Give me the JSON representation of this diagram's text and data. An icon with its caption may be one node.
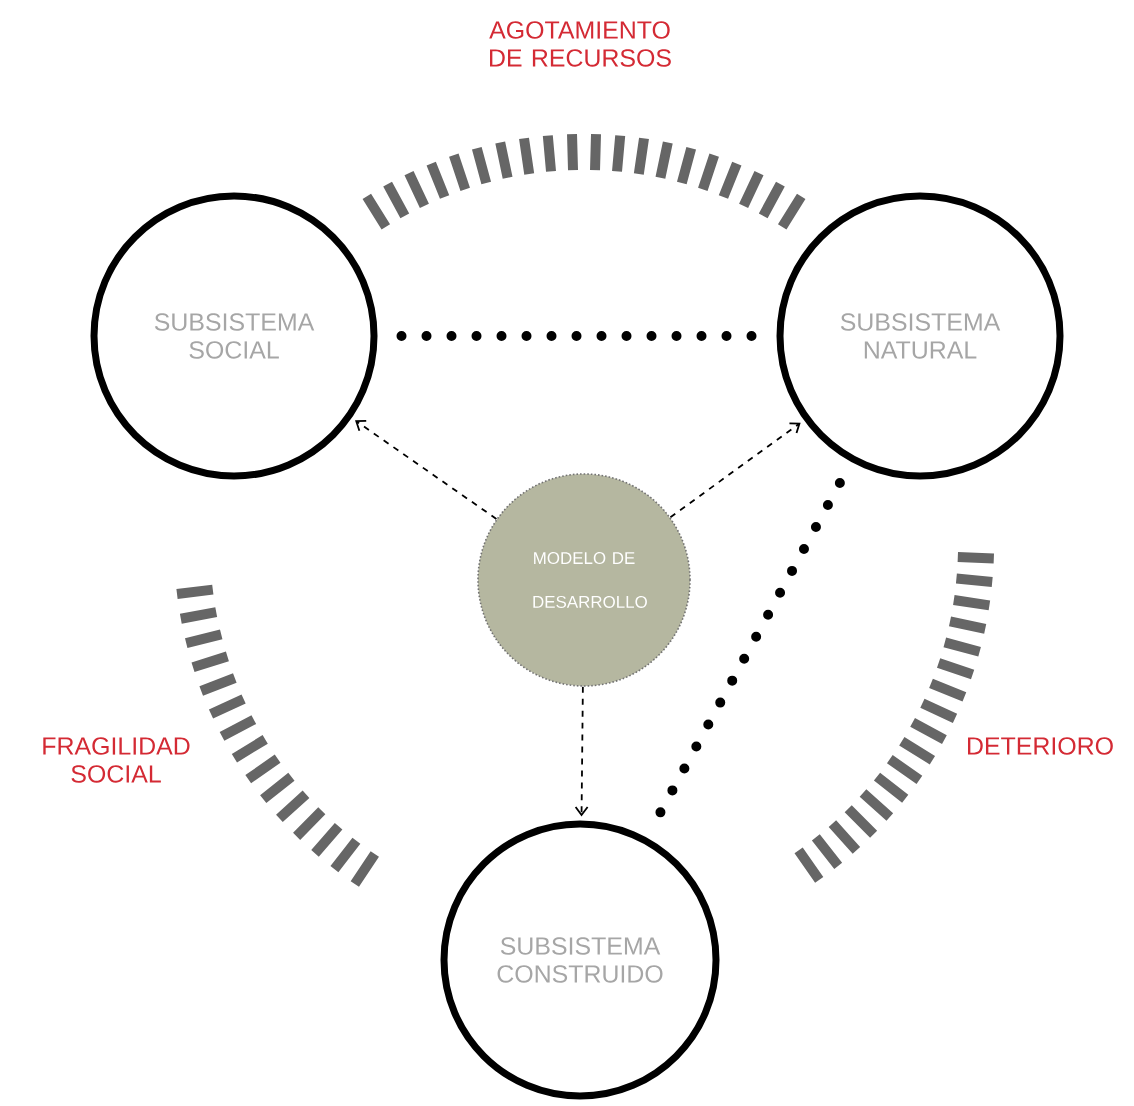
{
  "diagram": {
    "nodes": [
      {
        "text": [
          "SUBSISTEMA SOCIAL"
        ]
      },
      {
        "text": [
          "SUBSISTEMA NATURAL"
        ]
      },
      {
        "text": [
          "MODELO DE DESARROLLO"
        ]
      },
      {
        "text": [
          "SUBSISTEMA CONSTRUIDO"
        ]
      }
    ],
    "edges": [
      {
        "from": 0,
        "to": 1,
        "arrow": "none"
      },
      {
        "from": 1,
        "to": 3,
        "arrow": "none"
      },
      {
        "from": 2,
        "to": 0,
        "arrow": "to",
        "style": "dashed"
      },
      {
        "from": 2,
        "to": 1,
        "arrow": "to",
        "style": "dashed"
      },
      {
        "from": 2,
        "to": 3,
        "arrow": "to",
        "style": "dashed"
      }
    ],
    "labels": [
      "AGOTAMIENTO DE RECURSOS",
      "FRAGILIDAD SOCIAL",
      "DETERIORO"
    ]
  }
}
